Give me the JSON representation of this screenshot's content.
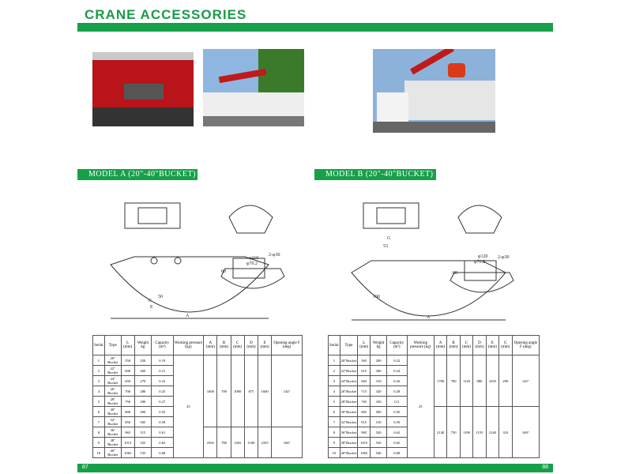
{
  "title": "CRANE ACCESSORIES",
  "model_a": {
    "label": "MODEL A (20\"-40\"BUCKET)",
    "headers": [
      "Serial",
      "Type",
      "L (mm)",
      "Weight kg",
      "Capacity (m³)",
      "Working pressure (kg)",
      "A (mm)",
      "B (mm)",
      "C (mm)",
      "D (mm)",
      "E (mm)",
      "Opening angle F (deg)"
    ],
    "rows": [
      [
        "1",
        "20\" Bucket",
        "550",
        "250",
        "0.19"
      ],
      [
        "2",
        "22\" Bucket",
        "600",
        "260",
        "0.21"
      ],
      [
        "3",
        "24\" Bucket",
        "650",
        "270",
        "0.23"
      ],
      [
        "4",
        "26\" Bucket",
        "700",
        "280",
        "0.25"
      ],
      [
        "5",
        "28\" Bucket",
        "750",
        "290",
        "0.27"
      ],
      [
        "6",
        "30\" Bucket",
        "800",
        "490",
        "0.55"
      ],
      [
        "7",
        "32\" Bucket",
        "850",
        "505",
        "0.58"
      ],
      [
        "8",
        "36\" Bucket",
        "965",
        "515",
        "0.61"
      ],
      [
        "9",
        "38\" Bucket",
        "1015",
        "525",
        "0.65"
      ],
      [
        "10",
        "40\" Bucket",
        "1065",
        "535",
        "0.68"
      ]
    ],
    "pressure": "25",
    "group1": [
      "1600",
      "700",
      "1090",
      "875",
      "1600",
      "144°"
    ],
    "group2": [
      "2365",
      "780",
      "1365",
      "1180",
      "2355",
      "160°"
    ],
    "dims": {
      "phi1": "φ110",
      "phi2": "φ70.2",
      "holes": "2-φ30",
      "d80": "80",
      "d50": "50"
    }
  },
  "model_b": {
    "label": "MODEL B (20\"-40\"BUCKET)",
    "headers": [
      "Serial",
      "Type",
      "L (mm)",
      "Weight kg",
      "Capacity (m³)",
      "Working pressure (kg)",
      "A (mm)",
      "B (mm)",
      "C (mm)",
      "D (mm)",
      "E (mm)",
      "G (mm)",
      "Opening angle F (deg)"
    ],
    "rows": [
      [
        "1",
        "20\"Bucket",
        "565",
        "290",
        "0.22"
      ],
      [
        "2",
        "22\"Bucket",
        "615",
        "300",
        "0.24"
      ],
      [
        "3",
        "24\"Bucket",
        "665",
        "310",
        "0.26"
      ],
      [
        "4",
        "26\"Bucket",
        "715",
        "320",
        "0.28"
      ],
      [
        "5",
        "28\"Bucket",
        "765",
        "330",
        "0.3"
      ],
      [
        "6",
        "30\"Bucket",
        "865",
        "500",
        "0.56"
      ],
      [
        "7",
        "32\"Bucket",
        "915",
        "510",
        "0.59"
      ],
      [
        "8",
        "36\"Bucket",
        "965",
        "520",
        "0.62"
      ],
      [
        "9",
        "38\"Bucket",
        "1015",
        "530",
        "0.65"
      ],
      [
        "10",
        "40\"Bucket",
        "1065",
        "540",
        "0.68"
      ]
    ],
    "pressure": "25",
    "group1": [
      "1700",
      "700",
      "1120",
      "880",
      "1635",
      "290",
      "145°"
    ],
    "group2": [
      "2140",
      "750",
      "1190",
      "1155",
      "2140",
      "310",
      "160°"
    ],
    "dims": {
      "phi1": "φ120",
      "phi2": "φ70.2",
      "holes": "2-φ30",
      "d80": "80",
      "d53": "53",
      "d100": "100"
    }
  },
  "footer": {
    "left_page": "87",
    "right_page": "88"
  }
}
